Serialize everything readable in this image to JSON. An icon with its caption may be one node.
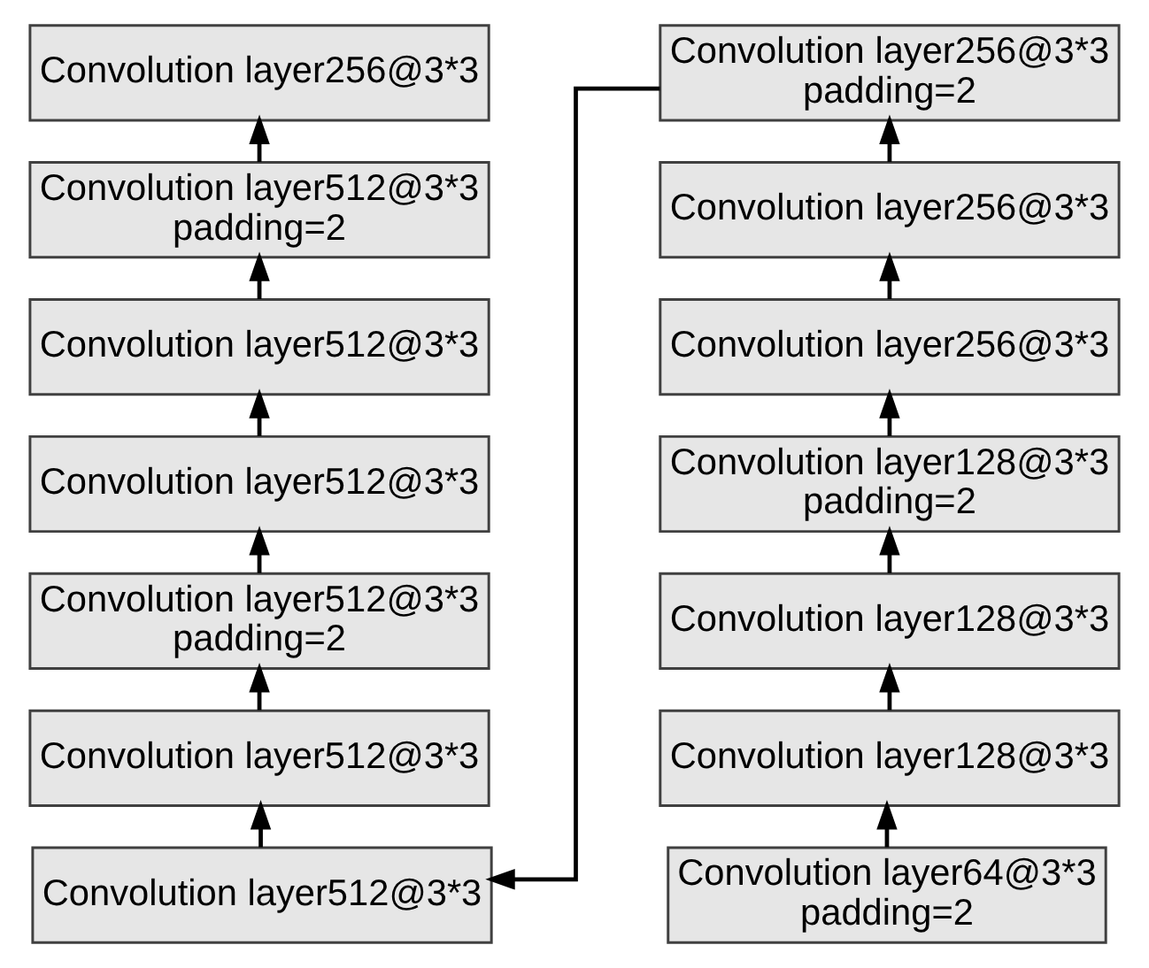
{
  "diagram": {
    "nodes": [
      {
        "text": [
          "Convolution layer256@3*3"
        ]
      },
      {
        "text": [
          "Convolution layer512@3*3 padding=2"
        ]
      },
      {
        "text": [
          "Convolution layer512@3*3"
        ]
      },
      {
        "text": [
          "Convolution layer512@3*3"
        ]
      },
      {
        "text": [
          "Convolution layer512@3*3 padding=2"
        ]
      },
      {
        "text": [
          "Convolution layer512@3*3"
        ]
      },
      {
        "text": [
          "Convolution layer512@3*3"
        ]
      },
      {
        "text": [
          "Convolution layer256@3*3 padding=2"
        ]
      },
      {
        "text": [
          "Convolution layer256@3*3"
        ]
      },
      {
        "text": [
          "Convolution layer256@3*3"
        ]
      },
      {
        "text": [
          "Convolution layer128@3*3 padding=2"
        ]
      },
      {
        "text": [
          "Convolution layer128@3*3"
        ]
      },
      {
        "text": [
          "Convolution layer128@3*3"
        ]
      },
      {
        "text": [
          "Convolution layer64@3*3 padding=2"
        ]
      }
    ],
    "edges": [
      {
        "from": 13,
        "to": 12,
        "arrow": "to"
      },
      {
        "from": 12,
        "to": 11,
        "arrow": "to"
      },
      {
        "from": 11,
        "to": 10,
        "arrow": "to"
      },
      {
        "from": 10,
        "to": 9,
        "arrow": "to"
      },
      {
        "from": 9,
        "to": 8,
        "arrow": "to"
      },
      {
        "from": 8,
        "to": 7,
        "arrow": "to"
      },
      {
        "from": 7,
        "to": 6,
        "arrow": "to"
      },
      {
        "from": 6,
        "to": 5,
        "arrow": "to"
      },
      {
        "from": 5,
        "to": 4,
        "arrow": "to"
      },
      {
        "from": 4,
        "to": 3,
        "arrow": "to"
      },
      {
        "from": 3,
        "to": 2,
        "arrow": "to"
      },
      {
        "from": 2,
        "to": 1,
        "arrow": "to"
      },
      {
        "from": 1,
        "to": 0,
        "arrow": "to"
      }
    ]
  }
}
